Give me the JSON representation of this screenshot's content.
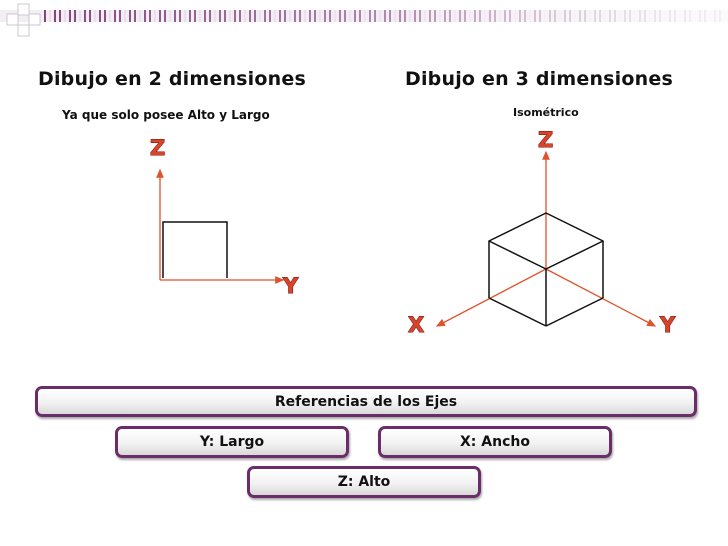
{
  "left_panel": {
    "title": "Dibujo en 2 dimensiones",
    "subtitle": "Ya que solo posee Alto y Largo",
    "axis_z": "Z",
    "axis_y": "Y"
  },
  "right_panel": {
    "title": "Dibujo en 3 dimensiones",
    "subtitle": "Isométrico",
    "axis_z": "Z",
    "axis_x": "X",
    "axis_y": "Y"
  },
  "legend": {
    "header": "Referencias de los Ejes",
    "y": "Y: Largo",
    "x": "X: Ancho",
    "z": "Z: Alto"
  },
  "colors": {
    "axis_arrow": "#e0522b",
    "pill_border": "#6a2d6a",
    "stripe_light": "#e6dde8",
    "stripe_dark": "#7d3b78"
  }
}
